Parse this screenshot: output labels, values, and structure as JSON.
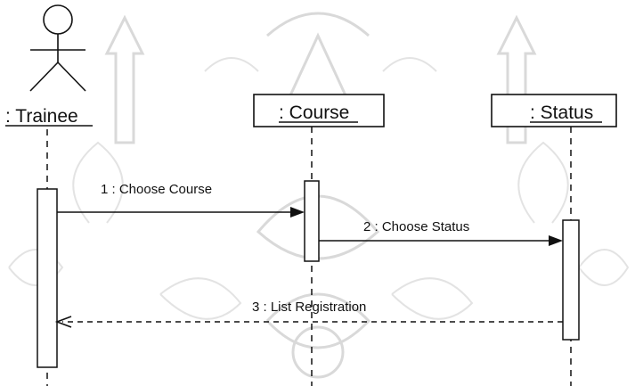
{
  "actors": {
    "trainee": {
      "label": ": Trainee"
    }
  },
  "objects": {
    "course": {
      "label": ": Course"
    },
    "status": {
      "label": ": Status"
    }
  },
  "messages": [
    {
      "label": "1 :  Choose Course"
    },
    {
      "label": "2 :  Choose Status"
    },
    {
      "label": "3 :  List Registration"
    }
  ],
  "colors": {
    "line": "#111111",
    "watermark": "#d9d9d9"
  }
}
